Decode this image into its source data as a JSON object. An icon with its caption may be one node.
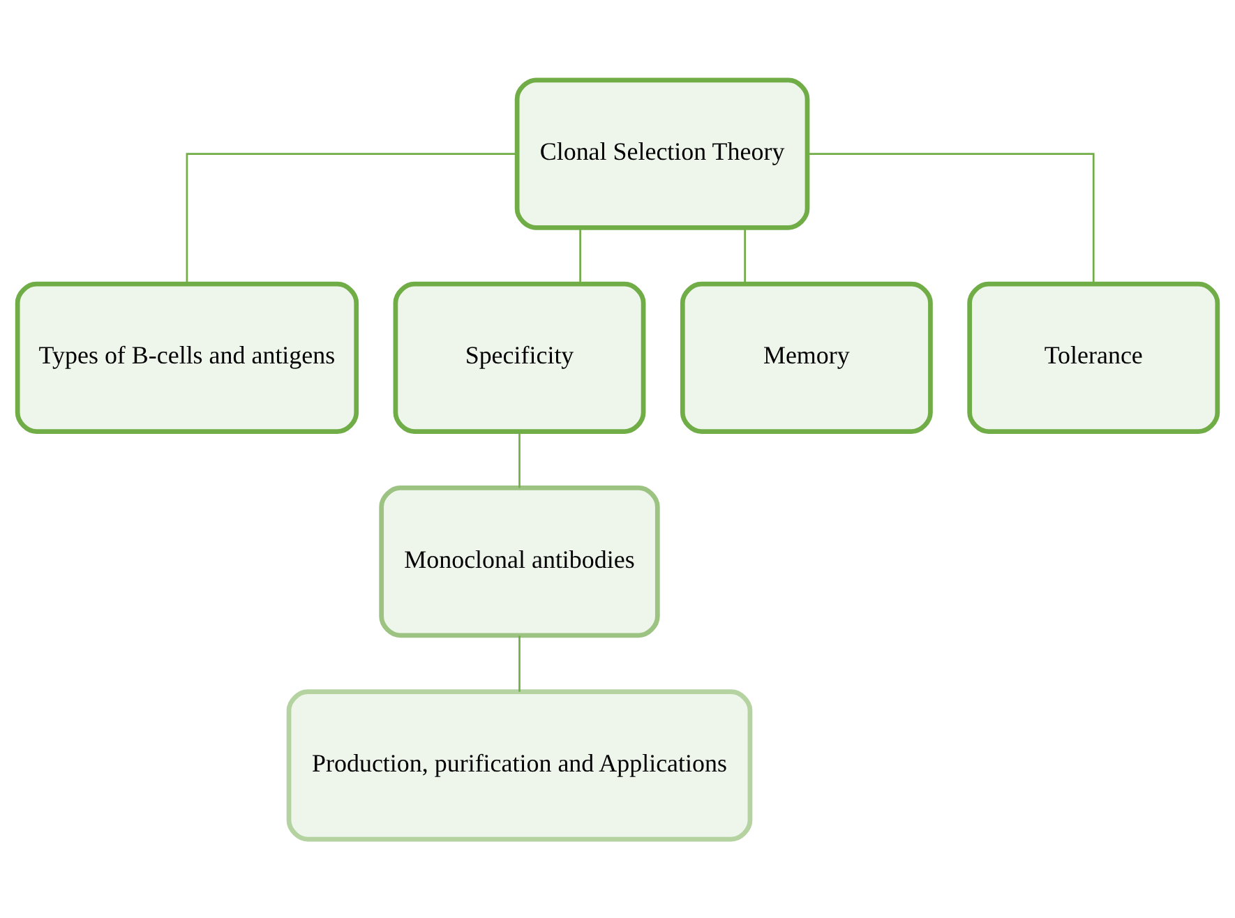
{
  "diagram": {
    "nodes": [
      {
        "text": [
          "Clonal Selection Theory"
        ]
      },
      {
        "text": [
          "Types of B-cells and antigens"
        ]
      },
      {
        "text": [
          "Specificity"
        ]
      },
      {
        "text": [
          "Memory"
        ]
      },
      {
        "text": [
          "Tolerance"
        ]
      },
      {
        "text": [
          "Monoclonal antibodies"
        ]
      },
      {
        "text": [
          "Production, purification and Applications"
        ]
      }
    ],
    "edges": [
      {
        "from": 0,
        "to": 1,
        "arrow": "none"
      },
      {
        "from": 0,
        "to": 2,
        "arrow": "none"
      },
      {
        "from": 0,
        "to": 3,
        "arrow": "none"
      },
      {
        "from": 0,
        "to": 4,
        "arrow": "none"
      },
      {
        "from": 2,
        "to": 5,
        "arrow": "none"
      },
      {
        "from": 5,
        "to": 6,
        "arrow": "none"
      }
    ]
  }
}
